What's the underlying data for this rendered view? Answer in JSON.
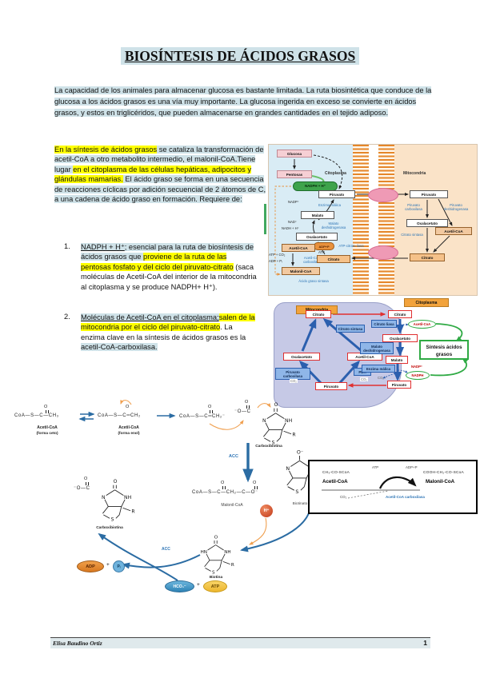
{
  "page": {
    "title": "BIOSÍNTESIS DE ÁCIDOS GRASOS"
  },
  "colors": {
    "highlight_blue": "#cfe2e8",
    "highlight_yellow": "#ffff00",
    "enzyme_blue": "#2e75b6",
    "red_border": "#e03030",
    "green_accent": "#2faa44"
  },
  "intro": "La capacidad de los animales para almacenar glucosa es bastante limitada. La ruta biosintética que conduce de la glucosa a los ácidos grasos es una vía muy importante.  La glucosa ingerida en exceso se convierte en ácidos grasos, y estos en triglicéridos, que pueden almacenarse en grandes cantidades en el tejido adiposo.",
  "sintesis": {
    "seg1": "En la síntesis de ácidos grasos",
    "seg2": " se cataliza la transformación de acetil-CoA a otro metabolito intermedio, el malonil-CoA.Tiene lugar ",
    "seg3": "en el citoplasma de las células hepáticas, adipocitos y glándulas mamarias.",
    "seg4": " El ácido graso se forma en una secuencia de reacciones cíclicas por adición secuencial de 2 átomos de C, a una cadena de ácido graso en formación. Requiere de:"
  },
  "list": {
    "items": [
      {
        "num": "1.",
        "underlined": "NADPH + H⁺",
        "t1": "; esencial para la ruta de biosíntesis de ácidos grasos que ",
        "hl": "proviene de la ruta de las pentosas fosfato y del ciclo del piruvato-citrato",
        "t2": " (saca moléculas de Acetil-CoA del interior de la mitocondria al citoplasma y se produce NADPH+ H⁺)."
      },
      {
        "num": "2.",
        "underlined": "Moléculas de Acetil-CoA en el citoplasma;",
        "t1": "",
        "hl": "salen de la mitocondria por el ciclo del piruvato-citrato",
        "t2": ". La enzima clave en la síntesis de ácidos grasos es la ",
        "t3": "acetil-CoA-carboxilasa."
      }
    ]
  },
  "diagram1": {
    "citoplasma": "Citoplasma",
    "mitocondria": "Mitocondria",
    "glucosa": "Glucosa",
    "pentosas": "Pentosas",
    "nadph": "NADPH + H⁺",
    "piruvato": "Piruvato",
    "nadp": "NADP⁺",
    "enzima_malica": "Enzima málica",
    "malato": "Malato",
    "nad": "NAD⁺",
    "nadh": "NADH + H⁺",
    "malato_dh": "Malato deshidrogenasa",
    "oxalacetato": "Oxalacetato",
    "adp_p": "ADP+P",
    "atp": "ATP",
    "atp_citrato_liasa": "ATP-citrato liasa",
    "acetil_coa": "Acetil-CoA",
    "atp_co2": "ATP + CO₂",
    "adp_pi": "ADP + Pᵢ",
    "acetil_coa_carboxilasa": "Acetil-CoA carboxilasa",
    "malonil_coa": "Malonil-CoA",
    "acido_graso_sintasa": "Ácido graso sintasa",
    "citrato": "Citrato",
    "m_piruvato": "Piruvato",
    "piruvato_carboxilasa": "Piruvato carboxilasa",
    "piruvato_deshidrogenasa": "Piruvato deshidrogenasa",
    "m_oxalacetato": "Oxalacetato",
    "citrato_sintasa": "Citrato sintasa",
    "m_acetil_coa": "Acetil-CoA",
    "m_citrato": "Citrato"
  },
  "diagram2": {
    "mitocondria": "Mitocondria",
    "citoplasma": "Citoplasma",
    "l_citrato": "Citrato",
    "l_citrato_sintasa": "Citrato sintasa",
    "l_oxalacetato": "Oxalacetato",
    "l_acetil_coa": "Acetil-CoA",
    "l_piruvato_carboxilasa": "Piruvato carboxilasa",
    "l_pdh": "PDH",
    "l_co2_a": "CO₂",
    "l_co2_b": "CO₂",
    "l_piruvato": "Piruvato",
    "r_citrato": "Citrato",
    "r_citrato_liasa": "Citrato liasa",
    "r_acetil_coa": "Acetil-CoA",
    "r_oxalacetato": "Oxalacetato",
    "r_malato_dh": "Malato deshidrogenasa",
    "r_malato": "Malato",
    "r_enzima_malica": "Enzima málica",
    "r_nadp": "NADP⁺",
    "r_nadph": "NADPH",
    "r_co2": "CO₂",
    "r_piruvato": "Piruvato",
    "sintesis": "Síntesis ácidos grasos"
  },
  "reaction": {
    "o": "O",
    "o_minus": "O⁻",
    "n": "N",
    "nh": "NH",
    "hn": "HN",
    "s": "S",
    "r_group": "R",
    "carboxyl": "⁻O—C",
    "f_ceto": "CoA—S—C—CH₃",
    "ceto_name": "Acetil-CoA",
    "ceto_form": "(forma ceto)",
    "f_enol": "CoA—S—C═CH₂",
    "enol_name": "Acetil-CoA",
    "enol_form": "(forma enol)",
    "f_enolate": "CoA—S—C═CH₂⁻",
    "carboxibiotina_top": "Carboxibiotina",
    "acc1": "ACC",
    "acc2": "ACC",
    "f_malonil": "CoA—S—C—CH₂—C—O⁻",
    "malonil_name": "Malonil-CoA",
    "biotinato": "Biotinato",
    "h_plus": "H⁺",
    "carboxibiotina_left": "Carboxibiotina",
    "biotina": "Biotina",
    "adp": "ADP",
    "plus1": "+",
    "pi": "Pᵢ",
    "hco3": "HCO₃⁻",
    "plus2": "+",
    "atp": "ATP"
  },
  "acc_box": {
    "acetil_formula": "CH₃-CO-SCoA",
    "acetil": "Acetil-CoA",
    "atp": "ATP",
    "adp_p": "ADP+P",
    "malonil_formula": "COOH-CH₂-CO-SCoA",
    "malonil": "Malonil-CoA",
    "co2": "CO₂",
    "enzima": "Acetil-CoA carboxilasa"
  },
  "footer": {
    "author": "Elisa Baudino Ortiz",
    "page_number": "1"
  }
}
